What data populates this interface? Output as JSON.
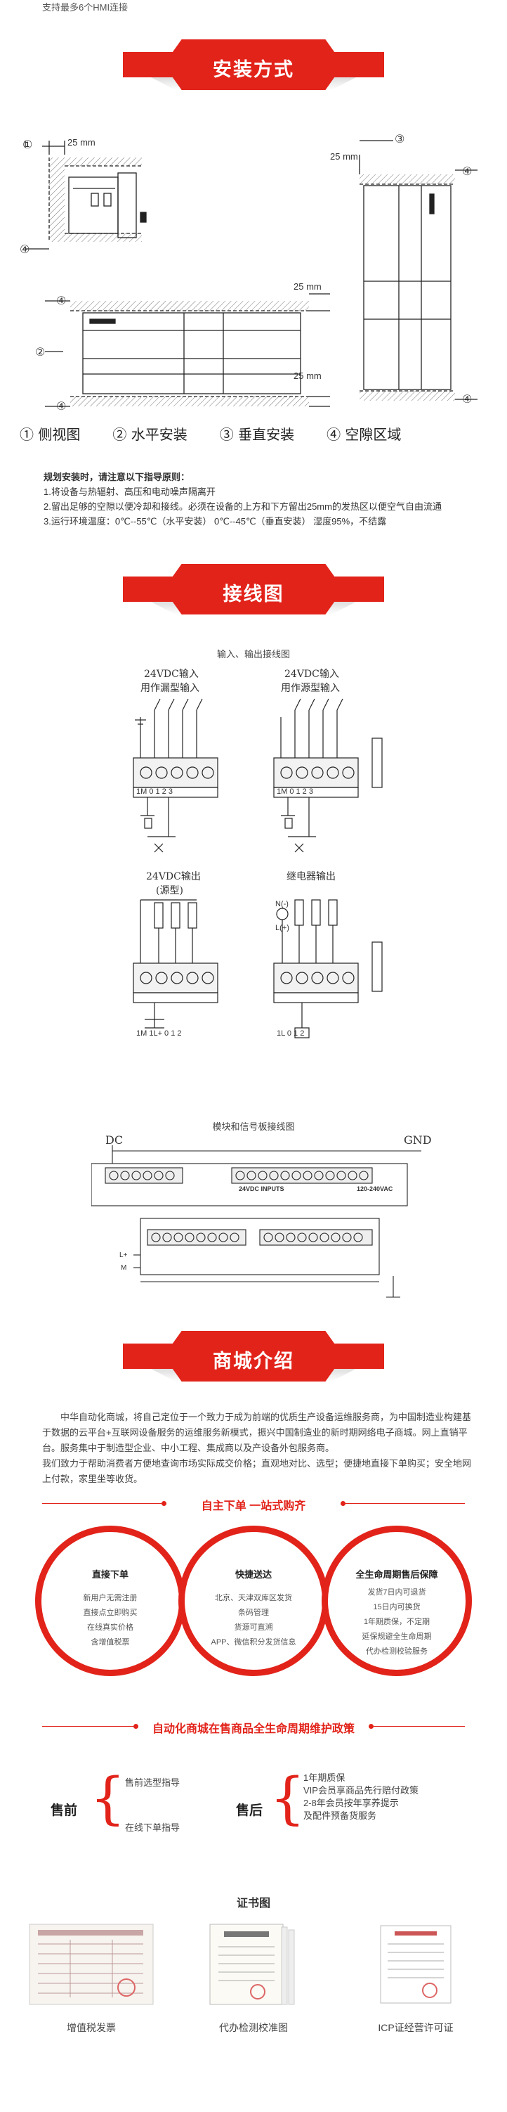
{
  "top_note": "支持最多6个HMI连接",
  "sections": {
    "install": "安装方式",
    "wiring": "接线图",
    "mall": "商城介绍"
  },
  "install": {
    "dim_labels": [
      "25 mm",
      "25 mm",
      "25 mm",
      "25 mm"
    ],
    "legend": [
      "① 侧视图",
      "② 水平安装",
      "③ 垂直安装",
      "④ 空隙区域"
    ],
    "rules_head": "规划安装时，请注意以下指导原则：",
    "rules": [
      "1.将设备与热辐射、高压和电动噪声隔离开",
      "2.留出足够的空隙以便冷却和接线。必须在设备的上方和下方留出25mm的发热区以便空气自由流通",
      "3.运行环境温度：0℃--55℃（水平安装） 0℃--45℃（垂直安装） 湿度95%，不结露"
    ]
  },
  "wiring": {
    "caption_io": "输入、输出接线图",
    "diagrams": [
      {
        "title1": "24VDC输入",
        "title2": "用作漏型输入",
        "terminals": "1M  0  1  2  3"
      },
      {
        "title1": "24VDC输入",
        "title2": "用作源型输入",
        "terminals": "1M  0  1  2  3"
      },
      {
        "title1": "24VDC输出",
        "title2": "(源型)",
        "terminals": "1M  1L+  0  1  2"
      },
      {
        "title1": "继电器输出",
        "title2": "",
        "terminals": "1L  0  1  2"
      }
    ],
    "relay_labels": [
      "N(-)",
      "L(+)"
    ],
    "caption_module": "模块和信号板接线图",
    "module_labels": {
      "dc": "DC",
      "gnd": "GND",
      "inputs": "24VDC INPUTS",
      "ac": "120-240VAC",
      "l_plus": "L+",
      "m": "M"
    }
  },
  "mall": {
    "intro": [
      "中华自动化商城，将自己定位于一个致力于成为前端的优质生产设备运维服务商，为中国制造业构建基于数据的云平台+互联网设备服务的运维服务新模式，振兴中国制造业的新时期网络电子商城。网上直销平台。服务集中于制造型企业、中小工程、集成商以及产设备外包服务商。",
      "我们致力于帮助消费者方便地查询市场实际成交价格；直观地对比、选型；便捷地直接下单购买；安全地网上付款，家里坐等收货。"
    ],
    "slogan": "自主下单  一站式购齐",
    "circles": [
      {
        "title": "直接下单",
        "items": [
          "新用户无需注册",
          "直接点立即购买",
          "在线真实价格",
          "含增值税票"
        ]
      },
      {
        "title": "快捷送达",
        "items": [
          "北京、天津双库区发货",
          "条码管理",
          "货源可直溯",
          "APP、微信积分发货信息"
        ]
      },
      {
        "title": "全生命周期售后保障",
        "items": [
          "发货7日内可退货",
          "15日内可换货",
          "1年期质保，不定期",
          "延保规避全生命周期",
          "代办检测校验服务"
        ]
      }
    ],
    "policy_title": "自动化商城在售商品全生命周期维护政策",
    "pre_label": "售前",
    "pre_items": [
      "售前选型指导",
      "在线下单指导"
    ],
    "post_label": "售后",
    "post_items": [
      "1年期质保",
      "VIP会员享商品先行赔付政策",
      "2-8年会员按年享养提示",
      "及配件预备货服务"
    ],
    "cert_title": "证书图",
    "certs": [
      "增值税发票",
      "代办检测校准图",
      "ICP证经营许可证"
    ]
  }
}
